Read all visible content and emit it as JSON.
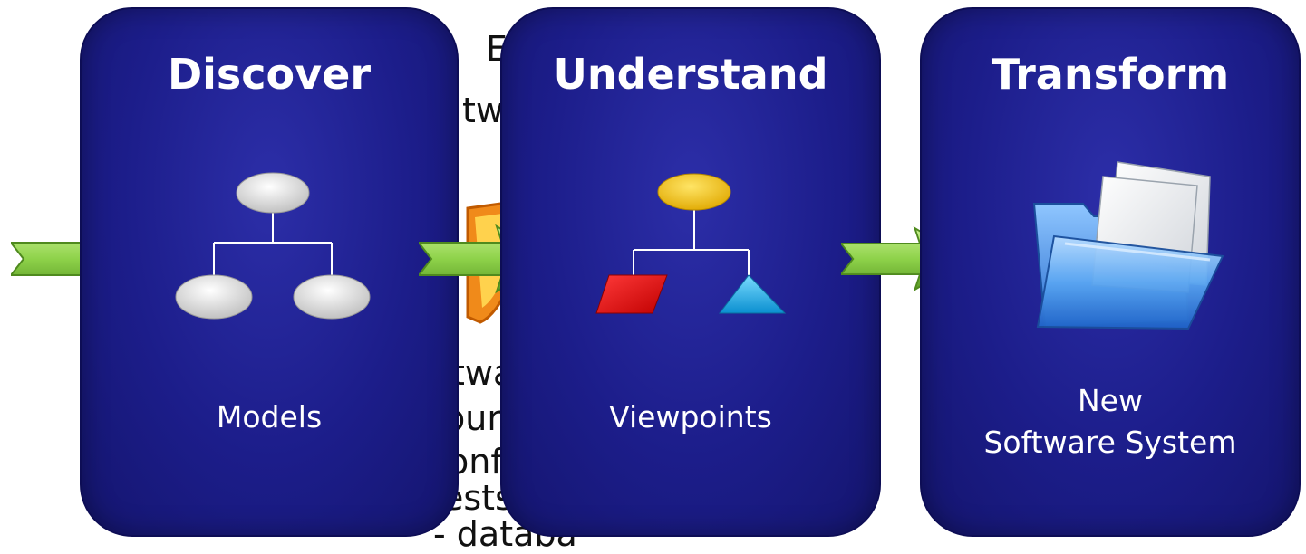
{
  "background_text": {
    "line1": "E",
    "line2": "tw",
    "line3": "twa",
    "line4": "our",
    "line5": "onf",
    "line6": "ests",
    "line7": "- databa"
  },
  "stages": [
    {
      "title": "Discover",
      "label": "Models",
      "icon": "hierarchy-diagram-icon"
    },
    {
      "title": "Understand",
      "label": "Viewpoints",
      "icon": "colored-shapes-diagram-icon"
    },
    {
      "title": "Transform",
      "label_line1": "New",
      "label_line2": "Software System",
      "icon": "folder-icon"
    }
  ],
  "colors": {
    "card": "#1c1d8a",
    "arrow": "#8ed24a",
    "ellipse": "#e6e6e6",
    "ellipse_top": "#f2c200",
    "parallelogram": "#e01010",
    "triangle": "#1ab0e8",
    "folder": "#3a8de6"
  }
}
